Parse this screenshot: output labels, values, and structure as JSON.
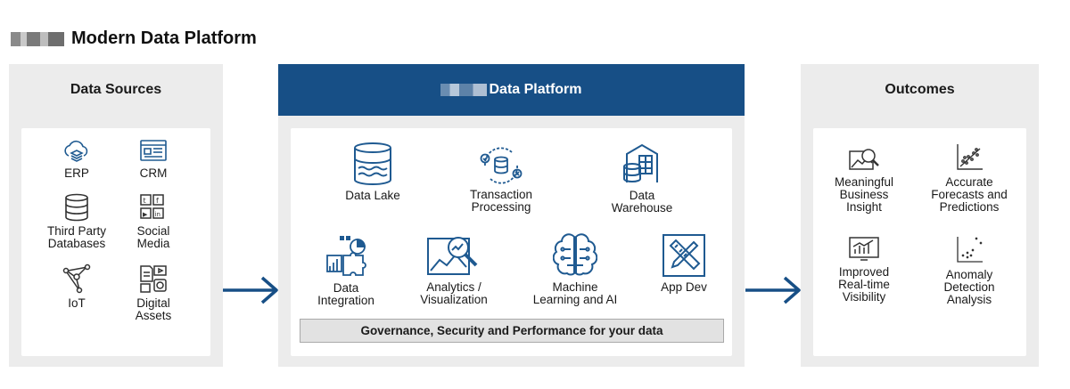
{
  "title": "Modern Data Platform",
  "sources": {
    "title": "Data Sources",
    "items": [
      {
        "label": "ERP",
        "icon": "cloud-layers-icon"
      },
      {
        "label": "CRM",
        "icon": "crm-card-icon"
      },
      {
        "label": "Third Party\nDatabases",
        "icon": "database-icon"
      },
      {
        "label": "Social\nMedia",
        "icon": "social-media-icon"
      },
      {
        "label": "IoT",
        "icon": "iot-network-icon"
      },
      {
        "label": "Digital\nAssets",
        "icon": "digital-assets-icon"
      }
    ]
  },
  "platform": {
    "title": "Data Platform",
    "items": [
      {
        "label": "Data Lake",
        "icon": "data-lake-icon"
      },
      {
        "label": "Transaction\nProcessing",
        "icon": "transaction-cycle-icon"
      },
      {
        "label": "Data\nWarehouse",
        "icon": "warehouse-icon"
      },
      {
        "label": "Data\nIntegration",
        "icon": "integration-puzzle-icon"
      },
      {
        "label": "Analytics /\nVisualization",
        "icon": "analytics-magnifier-icon"
      },
      {
        "label": "Machine\nLearning and AI",
        "icon": "brain-circuit-icon"
      },
      {
        "label": "App Dev",
        "icon": "design-tools-icon"
      }
    ],
    "governance": "Governance, Security and Performance for your data"
  },
  "outcomes": {
    "title": "Outcomes",
    "items": [
      {
        "label": "Meaningful\nBusiness\nInsight",
        "icon": "insight-image-icon"
      },
      {
        "label": "Accurate\nForecasts and\nPredictions",
        "icon": "scatter-trend-icon"
      },
      {
        "label": "Improved\nReal-time\nVisibility",
        "icon": "monitor-chart-icon"
      },
      {
        "label": "Anomaly\nDetection\nAnalysis",
        "icon": "anomaly-scatter-icon"
      }
    ]
  },
  "colors": {
    "accent": "#174f86",
    "icon": "#1f5a91",
    "panel": "#ececec"
  }
}
